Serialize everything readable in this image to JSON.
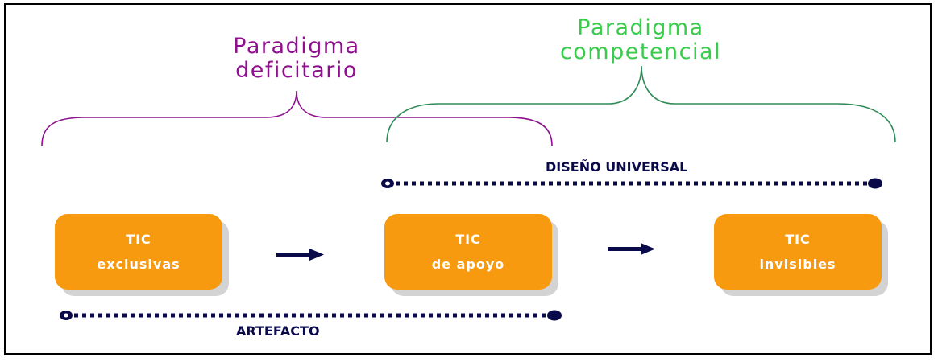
{
  "colors": {
    "deficit": "#8e108e",
    "competence": "#39cc4a",
    "competence_bracket": "#2e8b57",
    "box_fill": "#f89a10",
    "bar": "#0a0a4a"
  },
  "paradigms": {
    "deficitario": {
      "line1": "Paradigma",
      "line2": "deficitario"
    },
    "competencial": {
      "line1": "Paradigma",
      "line2": "competencial"
    }
  },
  "bars": {
    "universal": {
      "label": "DISEÑO UNIVERSAL"
    },
    "artefacto": {
      "label": "ARTEFACTO"
    }
  },
  "boxes": [
    {
      "line1": "TIC",
      "line2": "exclusivas"
    },
    {
      "line1": "TIC",
      "line2": "de apoyo"
    },
    {
      "line1": "TIC",
      "line2": "invisibles"
    }
  ]
}
